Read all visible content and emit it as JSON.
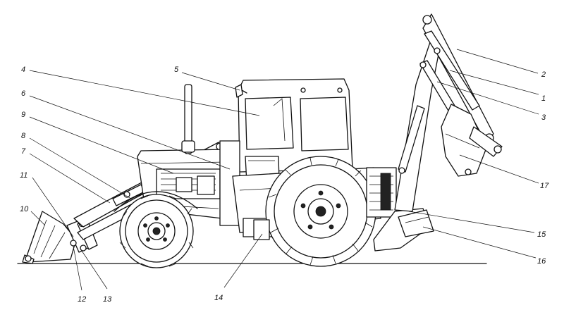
{
  "callouts": [
    {
      "id": "c1",
      "text": "1"
    },
    {
      "id": "c2",
      "text": "2"
    },
    {
      "id": "c3",
      "text": "3"
    },
    {
      "id": "c4",
      "text": "4"
    },
    {
      "id": "c5",
      "text": "5"
    },
    {
      "id": "c6",
      "text": "6"
    },
    {
      "id": "c7",
      "text": "7"
    },
    {
      "id": "c8",
      "text": "8"
    },
    {
      "id": "c9",
      "text": "9"
    },
    {
      "id": "c10",
      "text": "10"
    },
    {
      "id": "c11",
      "text": "11"
    },
    {
      "id": "c12",
      "text": "12"
    },
    {
      "id": "c13",
      "text": "13"
    },
    {
      "id": "c14",
      "text": "14"
    },
    {
      "id": "c15",
      "text": "15"
    },
    {
      "id": "c16",
      "text": "16"
    },
    {
      "id": "c17",
      "text": "17"
    }
  ],
  "colors": {
    "ink": "#111111",
    "background": "#ffffff"
  }
}
